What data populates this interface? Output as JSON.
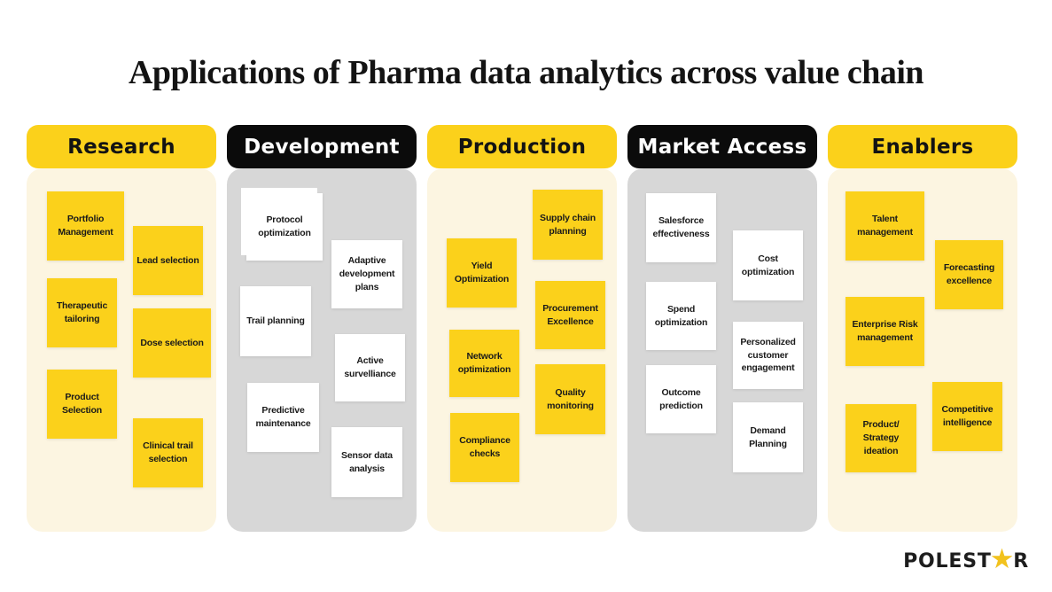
{
  "title": "Applications of Pharma data analytics across value chain",
  "columns": [
    {
      "label": "Research",
      "theme": "yellow",
      "cards": [
        {
          "label": "Portfolio Management"
        },
        {
          "label": "Lead selection"
        },
        {
          "label": "Therapeutic tailoring"
        },
        {
          "label": "Dose selection"
        },
        {
          "label": "Product Selection"
        },
        {
          "label": "Clinical trail selection"
        }
      ]
    },
    {
      "label": "Development",
      "theme": "dark",
      "cards": [
        {
          "label": "Protocol optimization"
        },
        {
          "label": "Adaptive development plans"
        },
        {
          "label": "Trail planning"
        },
        {
          "label": "Active survelliance"
        },
        {
          "label": "Predictive maintenance"
        },
        {
          "label": "Sensor data analysis"
        }
      ]
    },
    {
      "label": "Production",
      "theme": "yellow",
      "cards": [
        {
          "label": "Supply chain planning"
        },
        {
          "label": "Yield Optimization"
        },
        {
          "label": "Procurement Excellence"
        },
        {
          "label": "Network optimization"
        },
        {
          "label": "Quality monitoring"
        },
        {
          "label": "Compliance checks"
        }
      ]
    },
    {
      "label": "Market Access",
      "theme": "dark",
      "cards": [
        {
          "label": "Salesforce effectiveness"
        },
        {
          "label": "Cost optimization"
        },
        {
          "label": "Spend optimization"
        },
        {
          "label": "Personalized customer engagement"
        },
        {
          "label": "Outcome prediction"
        },
        {
          "label": "Demand Planning"
        }
      ]
    },
    {
      "label": "Enablers",
      "theme": "yellow",
      "cards": [
        {
          "label": "Talent management"
        },
        {
          "label": "Forecasting excellence"
        },
        {
          "label": "Enterprise Risk management"
        },
        {
          "label": "Product/ Strategy ideation"
        },
        {
          "label": "Competitive intelligence"
        }
      ]
    }
  ],
  "logo": {
    "prefix": "POLEST",
    "star": "★",
    "suffix": "R"
  },
  "colors": {
    "yellow": "#FBD11B",
    "cream": "#FCF5E1",
    "gray": "#D7D7D7",
    "pill_black": "#0B0B0B",
    "logo_star": "#F2C21D"
  }
}
